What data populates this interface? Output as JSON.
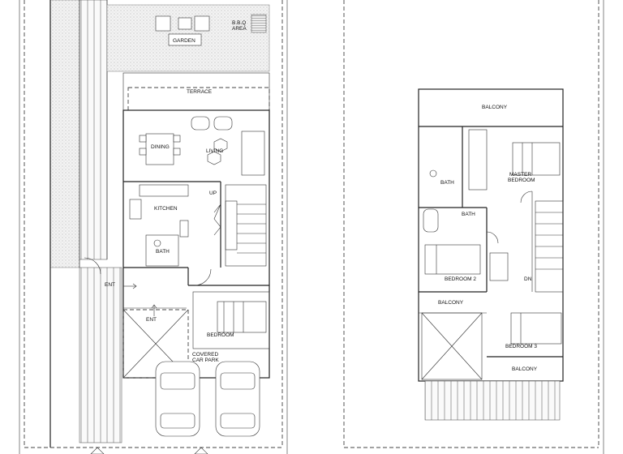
{
  "labels": {
    "bbq_line1": "B.B.Q",
    "bbq_line2": "AREA",
    "garden": "GARDEN",
    "terrace": "TERRACE",
    "dining": "DINING",
    "living": "LIVING",
    "kitchen": "KITCHEN",
    "up": "UP",
    "bath_ground": "BATH",
    "ent_side": "ENT",
    "ent_front": "ENT",
    "bedroom": "BEDROOM",
    "covered_line1": "COVERED",
    "covered_line2": "CAR PARK",
    "balcony_top": "BALCONY",
    "master_line1": "MASTER",
    "master_line2": "BEDROOM",
    "bath_upper1": "BATH",
    "bath_upper2": "BATH",
    "bedroom2": "BEDROOM 2",
    "dn": "DN",
    "balcony_left": "BALCONY",
    "bedroom3": "BEDROOM 3",
    "balcony_bottom": "BALCONY"
  }
}
